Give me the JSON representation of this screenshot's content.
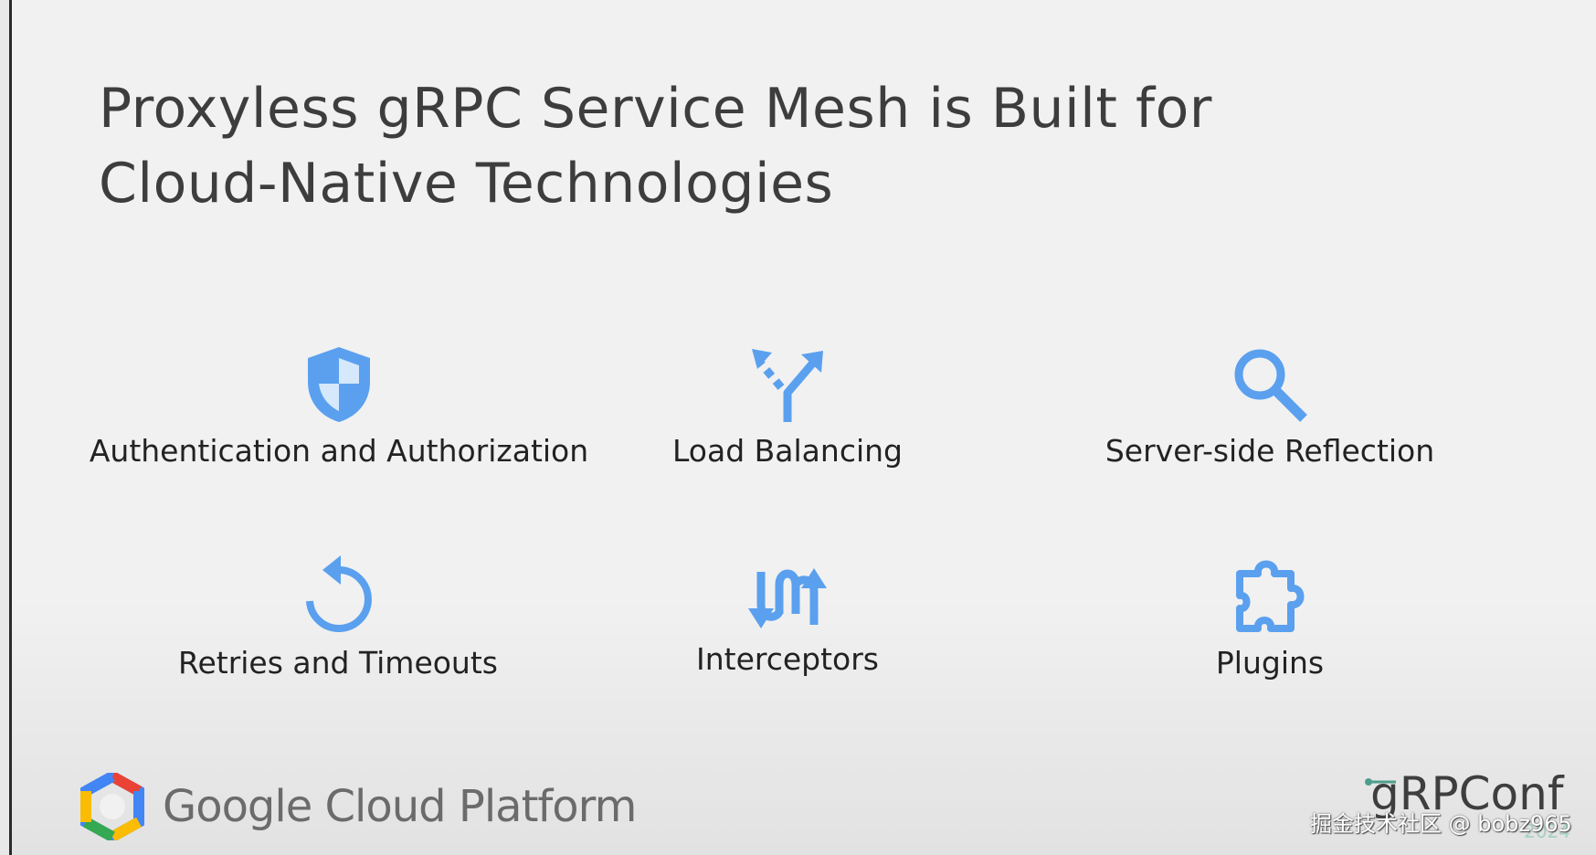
{
  "slide": {
    "title_line1": "Proxyless gRPC Service Mesh is Built for",
    "title_line2": "Cloud-Native Technologies",
    "accent_color": "#5aa0ef",
    "features": [
      {
        "label": "Authentication and Authorization",
        "icon": "shield-icon"
      },
      {
        "label": "Load Balancing",
        "icon": "split-arrows-icon"
      },
      {
        "label": "Server-side Reflection",
        "icon": "search-icon"
      },
      {
        "label": "Retries and Timeouts",
        "icon": "retry-icon"
      },
      {
        "label": "Interceptors",
        "icon": "swap-arrows-icon"
      },
      {
        "label": "Plugins",
        "icon": "puzzle-icon"
      }
    ]
  },
  "footer": {
    "brand": "Google Cloud Platform",
    "conference": "gRPConf",
    "conference_year": "2024"
  },
  "watermark": "掘金技术社区 @ bobz965"
}
